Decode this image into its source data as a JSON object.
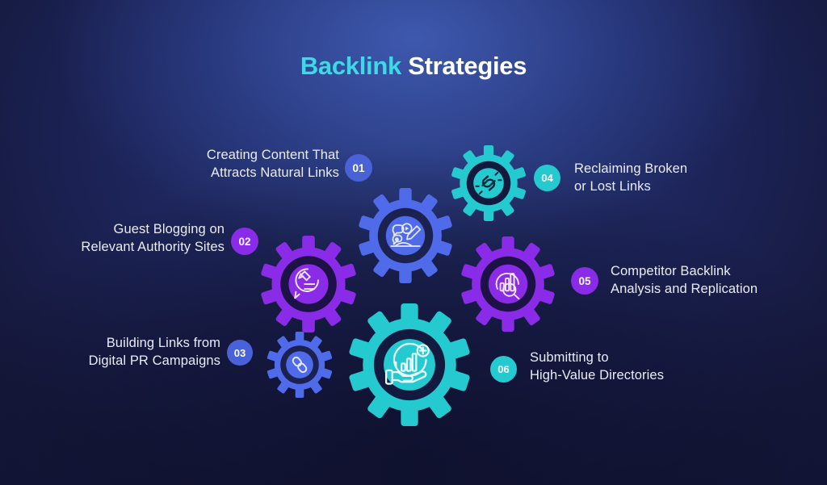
{
  "title": {
    "accent": "Backlink",
    "plain": " Strategies"
  },
  "colors": {
    "accent_cyan": "#3fd8e6",
    "teal": "#25c9d0",
    "purple": "#8a2be8",
    "blue": "#4a62d8",
    "blue_light": "#4f6bea",
    "hub_dark": "#131a3f",
    "text": "#e9ecf6",
    "bg_dark": "#111336",
    "bg_glow": "#33468c"
  },
  "items": [
    {
      "number": "01",
      "line1": "Creating Content That",
      "line2": "Attracts Natural Links",
      "side": "right",
      "color": "#4a62d8",
      "gear_color": "#4f6bea",
      "icon": "content-creation-icon"
    },
    {
      "number": "02",
      "line1": "Guest Blogging on",
      "line2": "Relevant Authority Sites",
      "side": "right",
      "color": "#8a2be8",
      "gear_color": "#8a2be8",
      "icon": "blog-post-edit-icon"
    },
    {
      "number": "03",
      "line1": "Building Links from",
      "line2": "Digital PR Campaigns",
      "side": "right",
      "color": "#4a62d8",
      "gear_color": "#4f6bea",
      "icon": "chain-link-icon"
    },
    {
      "number": "04",
      "line1": "Reclaiming Broken",
      "line2": "or Lost Links",
      "side": "left",
      "color": "#25c9d0",
      "gear_color": "#25c9d0",
      "icon": "broken-link-icon"
    },
    {
      "number": "05",
      "line1": "Competitor Backlink",
      "line2": "Analysis and Replication",
      "side": "left",
      "color": "#8a2be8",
      "gear_color": "#8a2be8",
      "icon": "chart-magnifier-icon"
    },
    {
      "number": "06",
      "line1": "Submitting to",
      "line2": "High-Value Directories",
      "side": "left",
      "color": "#25c9d0",
      "gear_color": "#25c9d0",
      "icon": "hand-growth-chart-icon"
    }
  ]
}
